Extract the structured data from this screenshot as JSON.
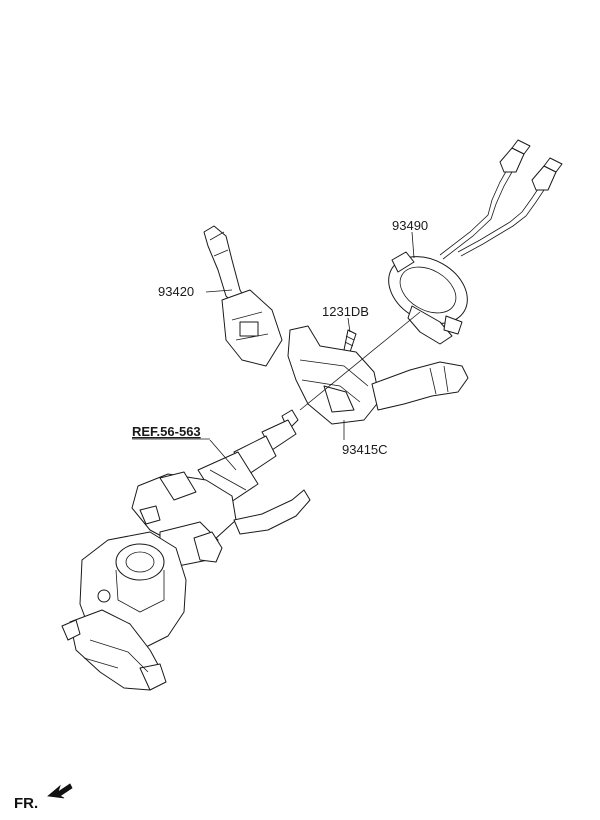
{
  "labels": {
    "p93490": "93490",
    "p93420": "93420",
    "p1231DB": "1231DB",
    "p93415C": "93415C",
    "ref": "REF.56-563"
  },
  "orientation": {
    "text": "FR."
  }
}
